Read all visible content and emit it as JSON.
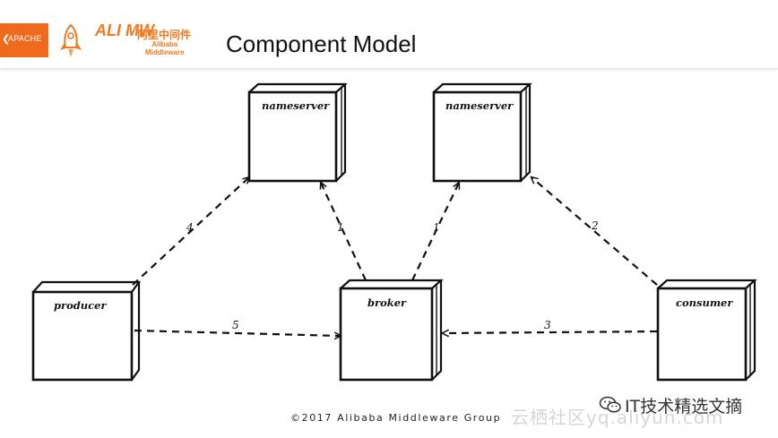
{
  "title": "Component Model",
  "logos": {
    "apache": "APACHE",
    "alim_mark": "ALI MW",
    "alim_cn": "阿里中间件",
    "alim_en_1": "Alibaba",
    "alim_en_2": "Middleware",
    "rocket_icon": "rocketmq-rocket-icon"
  },
  "nodes": {
    "nameserver_left": "nameserver",
    "nameserver_right": "nameserver",
    "producer": "producer",
    "broker": "broker",
    "consumer": "consumer"
  },
  "edges": [
    {
      "from": "producer",
      "to": "nameserver_left",
      "label": "4"
    },
    {
      "from": "broker",
      "to": "nameserver_left",
      "label": "1"
    },
    {
      "from": "broker",
      "to": "nameserver_right",
      "label": "1"
    },
    {
      "from": "consumer",
      "to": "nameserver_right",
      "label": "2"
    },
    {
      "from": "producer",
      "to": "broker",
      "label": "5"
    },
    {
      "from": "consumer",
      "to": "broker",
      "label": "3"
    }
  ],
  "footer": "©2017 Alibaba Middleware Group",
  "watermark": {
    "cn": "云栖社区yq.aliyun.com",
    "wechat": "IT技术精选文摘"
  }
}
